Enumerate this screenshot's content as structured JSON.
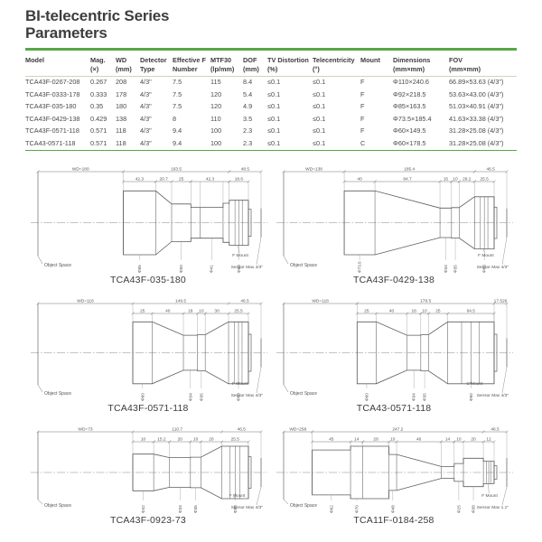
{
  "page": {
    "title_line1": "BI-telecentric Series",
    "title_line2": "Parameters"
  },
  "colors": {
    "accent_green": "#57a748",
    "header_underline": "#c9d8b5"
  },
  "table": {
    "columns": [
      {
        "line1": "Model",
        "line2": ""
      },
      {
        "line1": "Mag.",
        "line2": "(×)"
      },
      {
        "line1": "WD",
        "line2": "(mm)"
      },
      {
        "line1": "Detector",
        "line2": "Type"
      },
      {
        "line1": "Effective F",
        "line2": "Number"
      },
      {
        "line1": "MTF30",
        "line2": "(lp/mm)"
      },
      {
        "line1": "DOF",
        "line2": "(mm)"
      },
      {
        "line1": "TV Distortion",
        "line2": "(%)"
      },
      {
        "line1": "Telecentricity",
        "line2": "(°)"
      },
      {
        "line1": "Mount",
        "line2": ""
      },
      {
        "line1": "Dimensions",
        "line2": "(mm×mm)"
      },
      {
        "line1": "FOV",
        "line2": "(mm×mm)"
      }
    ],
    "rows": [
      [
        "TCA43F-0267-208",
        "0.267",
        "208",
        "4/3\"",
        "7.5",
        "115",
        "8.4",
        "≤0.1",
        "≤0.1",
        "F",
        "Φ110×240.6",
        "66.89×53.63 (4/3\")"
      ],
      [
        "TCA43F-0333-178",
        "0.333",
        "178",
        "4/3\"",
        "7.5",
        "120",
        "5.4",
        "≤0.1",
        "≤0.1",
        "F",
        "Φ92×218.5",
        "53.63×43.00 (4/3\")"
      ],
      [
        "TCA43F-035-180",
        "0.35",
        "180",
        "4/3\"",
        "7.5",
        "120",
        "4.9",
        "≤0.1",
        "≤0.1",
        "F",
        "Φ85×163.5",
        "51.03×40.91 (4/3\")"
      ],
      [
        "TCA43F-0429-138",
        "0.429",
        "138",
        "4/3\"",
        "8",
        "110",
        "3.5",
        "≤0.1",
        "≤0.1",
        "F",
        "Φ73.5×185.4",
        "41.63×33.38 (4/3\")"
      ],
      [
        "TCA43F-0571-118",
        "0.571",
        "118",
        "4/3\"",
        "9.4",
        "100",
        "2.3",
        "≤0.1",
        "≤0.1",
        "F",
        "Φ60×149.5",
        "31.28×25.08 (4/3\")"
      ],
      [
        "TCA43-0571-118",
        "0.571",
        "118",
        "4/3\"",
        "9.4",
        "100",
        "2.3",
        "≤0.1",
        "≤0.1",
        "C",
        "Φ60×178.5",
        "31.28×25.08 (4/3\")"
      ]
    ]
  },
  "figures": [
    {
      "caption": "TCA43F-035-180",
      "wd": "WD=180",
      "total": "163.5",
      "rear": "48.5",
      "dims": [
        [
          "42.3",
          0,
          1
        ],
        [
          "20.7",
          1,
          2
        ],
        [
          "25",
          2,
          3
        ],
        [
          "42.3",
          3,
          6
        ],
        [
          "18.6",
          6,
          7
        ]
      ],
      "dias": [
        "Φ85",
        "Φ50",
        "Φ41",
        "Φ60"
      ],
      "diaseg": [
        0,
        2,
        4,
        6
      ],
      "object": "Object Space",
      "mount": "F Mount",
      "sensor": "Sensor Max 4/3\"",
      "profile": [
        [
          42.3,
          85,
          85
        ],
        [
          20.7,
          85,
          50
        ],
        [
          25,
          50,
          50
        ],
        [
          12,
          41,
          41
        ],
        [
          30,
          41,
          41
        ],
        [
          8,
          52,
          52
        ],
        [
          25,
          60,
          60
        ]
      ]
    },
    {
      "caption": "TCA43F-0429-138",
      "wd": "WD=138",
      "total": "185.4",
      "rear": "46.5",
      "dims": [
        [
          "40",
          0,
          1
        ],
        [
          "84.7",
          1,
          2
        ],
        [
          "15",
          2,
          3
        ],
        [
          "10",
          3,
          4
        ],
        [
          "29.2",
          4,
          5
        ],
        [
          "25.5",
          5,
          6
        ]
      ],
      "dias": [
        "Φ73.5",
        "Φ34",
        "Φ35",
        "Φ60"
      ],
      "diaseg": [
        0,
        2,
        3,
        5
      ],
      "object": "Object Space",
      "mount": "F Mount",
      "sensor": "Sensor Max 4/3\"",
      "profile": [
        [
          40,
          73.5,
          73.5
        ],
        [
          84.7,
          73.5,
          34
        ],
        [
          15,
          34,
          34
        ],
        [
          10,
          35,
          35
        ],
        [
          20,
          35,
          60
        ],
        [
          25.5,
          60,
          60
        ]
      ]
    },
    {
      "caption": "TCA43F-0571-118",
      "wd": "WD=118",
      "total": "149.5",
      "rear": "46.5",
      "dims": [
        [
          "25",
          0,
          1
        ],
        [
          "40",
          1,
          2
        ],
        [
          "18",
          2,
          3
        ],
        [
          "10",
          3,
          4
        ],
        [
          "30",
          4,
          5
        ],
        [
          "25.5",
          5,
          6
        ]
      ],
      "dias": [
        "Φ60",
        "Φ34",
        "Φ35",
        "Φ60"
      ],
      "diaseg": [
        0,
        2,
        3,
        5
      ],
      "object": "Object Space",
      "mount": "F Mount",
      "sensor": "Sensor Max 4/3\"",
      "profile": [
        [
          25,
          60,
          60
        ],
        [
          40,
          60,
          34
        ],
        [
          18,
          34,
          34
        ],
        [
          10,
          35,
          35
        ],
        [
          30,
          35,
          60
        ],
        [
          25.5,
          60,
          60
        ]
      ]
    },
    {
      "caption": "TCA43-0571-118",
      "wd": "WD=118",
      "total": "178.5",
      "rear": "17.526",
      "rear_from_end": true,
      "dims": [
        [
          "25",
          0,
          1
        ],
        [
          "40",
          1,
          2
        ],
        [
          "18",
          2,
          3
        ],
        [
          "10",
          3,
          4
        ],
        [
          "25",
          4,
          5
        ],
        [
          "64.5",
          5,
          6
        ]
      ],
      "dias": [
        "Φ60",
        "Φ34",
        "Φ35",
        "Φ60"
      ],
      "diaseg": [
        0,
        2,
        3,
        5
      ],
      "object": "Object Space",
      "mount": "C Mount",
      "sensor": "Sensor Max 4/3\"",
      "profile": [
        [
          25,
          60,
          60
        ],
        [
          40,
          60,
          34
        ],
        [
          18,
          34,
          34
        ],
        [
          10,
          35,
          35
        ],
        [
          25,
          35,
          60
        ],
        [
          60.5,
          60,
          60
        ]
      ]
    },
    {
      "caption": "TCA43F-0923-73",
      "wd": "WD=73",
      "total": "110.7",
      "rear": "46.5",
      "dims": [
        [
          "10",
          0,
          1
        ],
        [
          "15.2",
          1,
          2
        ],
        [
          "20",
          2,
          3
        ],
        [
          "10",
          3,
          4
        ],
        [
          "20",
          4,
          5
        ],
        [
          "25.5",
          5,
          6
        ]
      ],
      "dias": [
        "Φ42",
        "Φ34",
        "Φ35",
        "Φ60"
      ],
      "diaseg": [
        0,
        2,
        3,
        5
      ],
      "object": "Object Space",
      "mount": "F Mount",
      "sensor": "Sensor Max 4/3\"",
      "profile": [
        [
          20,
          42,
          42
        ],
        [
          15.2,
          42,
          34
        ],
        [
          20,
          34,
          34
        ],
        [
          10,
          35,
          35
        ],
        [
          20,
          35,
          60
        ],
        [
          25.5,
          60,
          60
        ]
      ]
    },
    {
      "caption": "TCA11F-0184-258",
      "wd": "WD=258",
      "total": "247.2",
      "rear": "46.5",
      "dims": [
        [
          "45",
          0,
          1
        ],
        [
          "14",
          1,
          2
        ],
        [
          "28",
          2,
          3
        ],
        [
          "10",
          3,
          4
        ],
        [
          "46",
          4,
          5
        ],
        [
          "14",
          5,
          6
        ],
        [
          "10",
          6,
          7
        ],
        [
          "20",
          7,
          8
        ],
        [
          "12",
          8,
          9
        ]
      ],
      "dias": [
        "Φ62",
        "Φ70",
        "Φ48",
        "Φ25",
        "Φ38"
      ],
      "diaseg": [
        0,
        1,
        3,
        6,
        7
      ],
      "object": "Object Space",
      "mount": "F Mount",
      "sensor": "Sensor Max 1.1\"",
      "profile": [
        [
          50,
          60,
          60
        ],
        [
          16,
          70,
          70
        ],
        [
          34,
          70,
          70
        ],
        [
          10,
          48,
          48
        ],
        [
          58,
          48,
          16
        ],
        [
          17,
          16,
          16
        ],
        [
          12,
          24,
          24
        ],
        [
          26,
          38,
          38
        ],
        [
          14,
          30,
          30
        ]
      ]
    }
  ]
}
